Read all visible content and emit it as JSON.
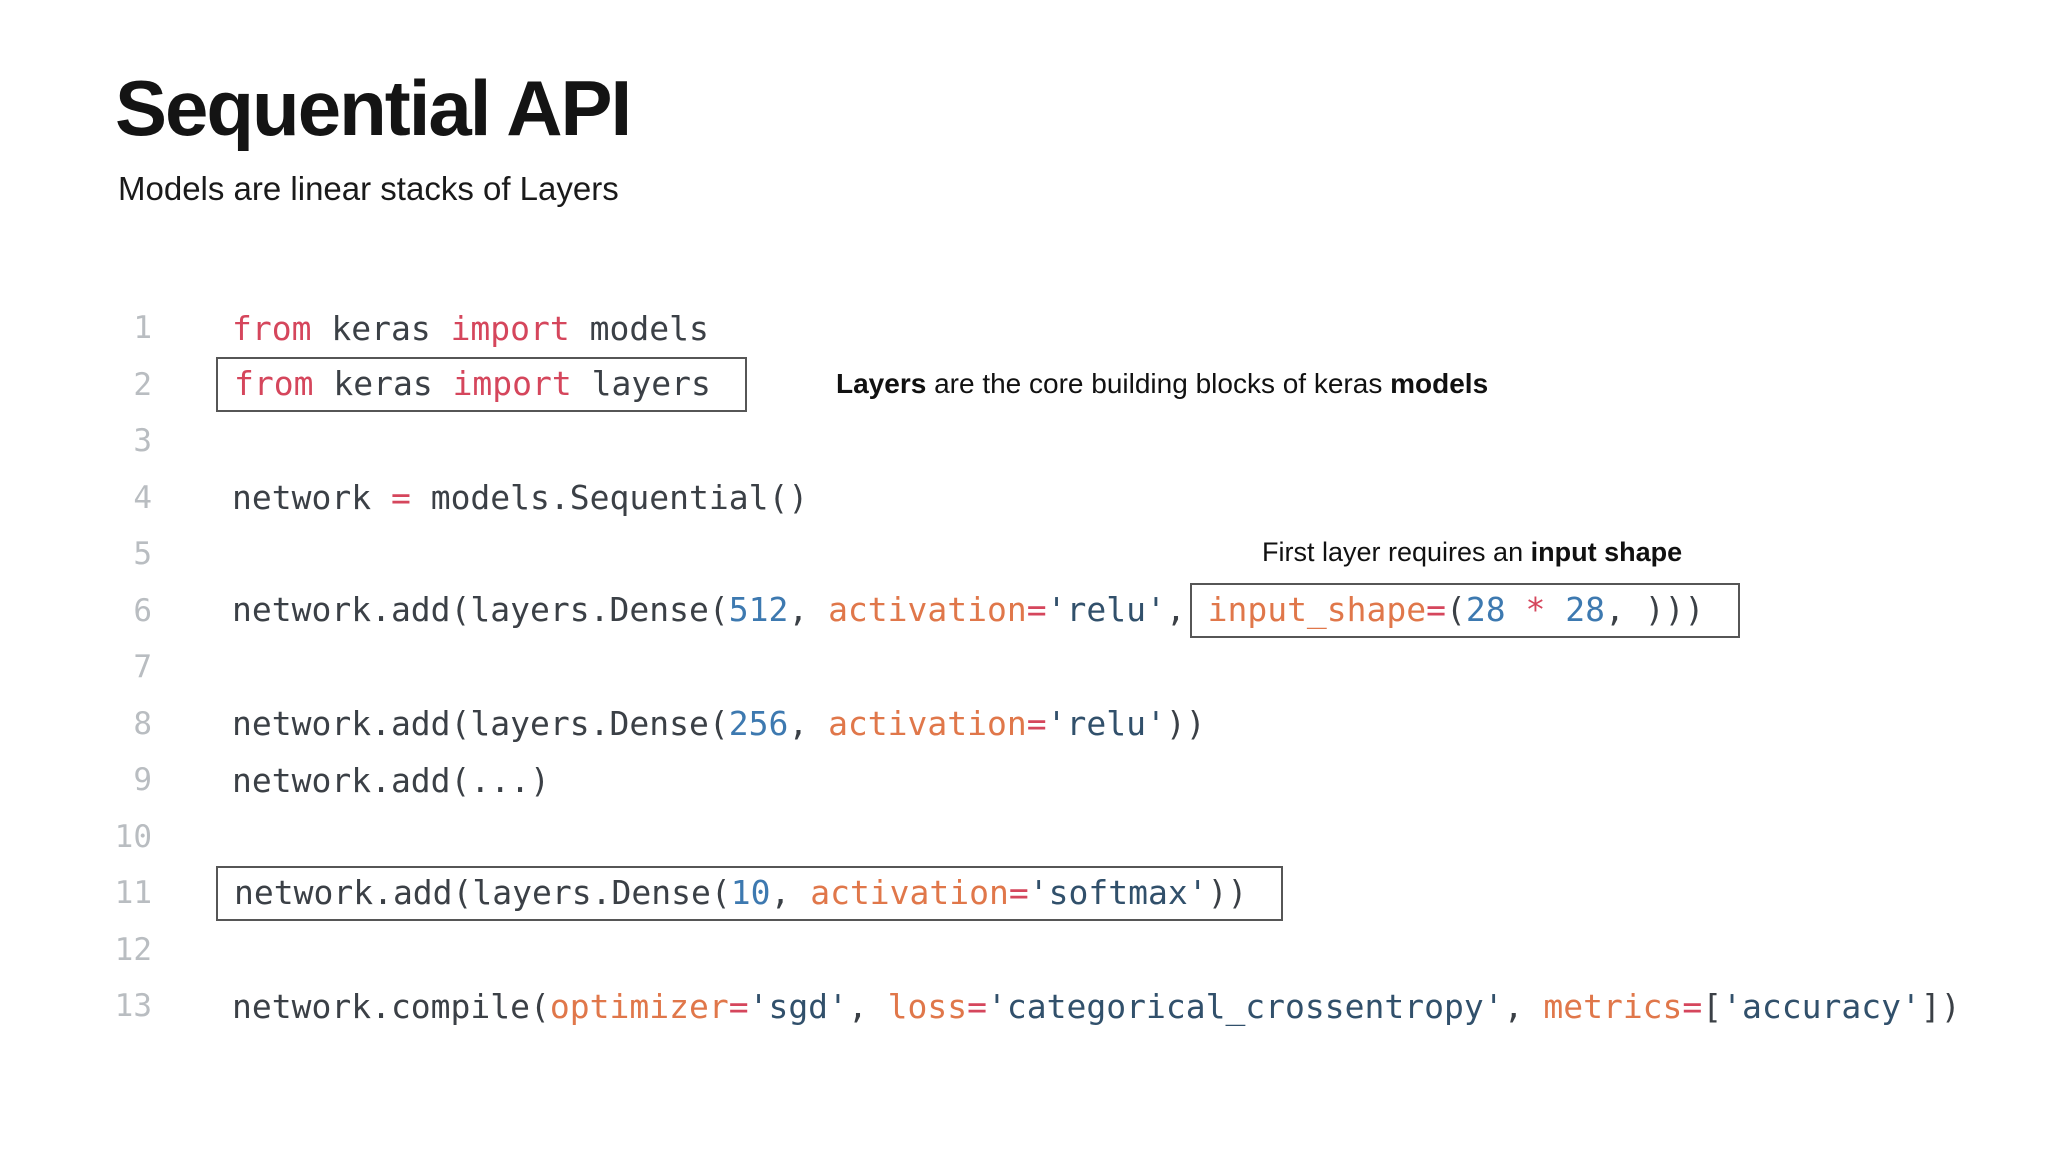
{
  "slide": {
    "title": "Sequential API",
    "subtitle": "Models are linear stacks of Layers"
  },
  "annotations": [
    {
      "name": "layers-note",
      "parts": [
        {
          "text": "Layers",
          "bold": true
        },
        {
          "text": " are the core building blocks of keras ",
          "bold": false
        },
        {
          "text": "models",
          "bold": true
        }
      ]
    },
    {
      "name": "input-shape-note",
      "parts": [
        {
          "text": "First layer requires an ",
          "bold": false
        },
        {
          "text": "input shape",
          "bold": true
        }
      ]
    }
  ],
  "code": {
    "language": "python",
    "lines": [
      {
        "num": "1",
        "tokens": [
          {
            "t": "from",
            "c": "kw"
          },
          {
            "t": " keras ",
            "c": "pl"
          },
          {
            "t": "import",
            "c": "kw"
          },
          {
            "t": " models",
            "c": "pl"
          }
        ]
      },
      {
        "num": "2",
        "box": [
          0,
          3
        ],
        "tokens": [
          {
            "t": "from",
            "c": "kw"
          },
          {
            "t": " keras ",
            "c": "pl"
          },
          {
            "t": "import",
            "c": "kw"
          },
          {
            "t": " layers",
            "c": "pl"
          }
        ]
      },
      {
        "num": "3",
        "tokens": []
      },
      {
        "num": "4",
        "tokens": [
          {
            "t": "network ",
            "c": "pl"
          },
          {
            "t": "=",
            "c": "op"
          },
          {
            "t": " models.Sequential()",
            "c": "pl"
          }
        ]
      },
      {
        "num": "5",
        "tokens": []
      },
      {
        "num": "6",
        "box": [
          7,
          15
        ],
        "tokens": [
          {
            "t": "network.add(layers.Dense(",
            "c": "pl"
          },
          {
            "t": "512",
            "c": "num"
          },
          {
            "t": ", ",
            "c": "pl"
          },
          {
            "t": "activation",
            "c": "kwarg"
          },
          {
            "t": "=",
            "c": "op"
          },
          {
            "t": "'relu'",
            "c": "str"
          },
          {
            "t": ", ",
            "c": "pl"
          },
          {
            "t": "input_shape",
            "c": "kwarg"
          },
          {
            "t": "=",
            "c": "op"
          },
          {
            "t": "(",
            "c": "pl"
          },
          {
            "t": "28",
            "c": "num"
          },
          {
            "t": " ",
            "c": "pl"
          },
          {
            "t": "*",
            "c": "op"
          },
          {
            "t": " ",
            "c": "pl"
          },
          {
            "t": "28",
            "c": "num"
          },
          {
            "t": ", )))",
            "c": "pl"
          }
        ]
      },
      {
        "num": "7",
        "tokens": []
      },
      {
        "num": "8",
        "tokens": [
          {
            "t": "network.add(layers.Dense(",
            "c": "pl"
          },
          {
            "t": "256",
            "c": "num"
          },
          {
            "t": ", ",
            "c": "pl"
          },
          {
            "t": "activation",
            "c": "kwarg"
          },
          {
            "t": "=",
            "c": "op"
          },
          {
            "t": "'relu'",
            "c": "str"
          },
          {
            "t": "))",
            "c": "pl"
          }
        ]
      },
      {
        "num": "9",
        "tokens": [
          {
            "t": "network.add(...)",
            "c": "pl"
          }
        ]
      },
      {
        "num": "10",
        "tokens": []
      },
      {
        "num": "11",
        "box": [
          0,
          6
        ],
        "tokens": [
          {
            "t": "network.add(layers.Dense(",
            "c": "pl"
          },
          {
            "t": "10",
            "c": "num"
          },
          {
            "t": ", ",
            "c": "pl"
          },
          {
            "t": "activation",
            "c": "kwarg"
          },
          {
            "t": "=",
            "c": "op"
          },
          {
            "t": "'softmax'",
            "c": "str"
          },
          {
            "t": "))",
            "c": "pl"
          }
        ]
      },
      {
        "num": "12",
        "tokens": []
      },
      {
        "num": "13",
        "tokens": [
          {
            "t": "network.compile(",
            "c": "pl"
          },
          {
            "t": "optimizer",
            "c": "kwarg"
          },
          {
            "t": "=",
            "c": "op"
          },
          {
            "t": "'sgd'",
            "c": "str"
          },
          {
            "t": ", ",
            "c": "pl"
          },
          {
            "t": "loss",
            "c": "kwarg"
          },
          {
            "t": "=",
            "c": "op"
          },
          {
            "t": "'categorical_crossentropy'",
            "c": "str"
          },
          {
            "t": ", ",
            "c": "pl"
          },
          {
            "t": "metrics",
            "c": "kwarg"
          },
          {
            "t": "=",
            "c": "op"
          },
          {
            "t": "[",
            "c": "pl"
          },
          {
            "t": "'accuracy'",
            "c": "str"
          },
          {
            "t": "])",
            "c": "pl"
          }
        ]
      }
    ]
  },
  "colors": {
    "keyword": "#d5465c",
    "operator": "#d5465c",
    "kwarg": "#e0774a",
    "number": "#3d79b0",
    "string": "#31506b",
    "plain": "#3b4046",
    "line_number": "#b9bdc1",
    "box_border": "#565656",
    "background": "#ffffff",
    "text": "#111111"
  }
}
